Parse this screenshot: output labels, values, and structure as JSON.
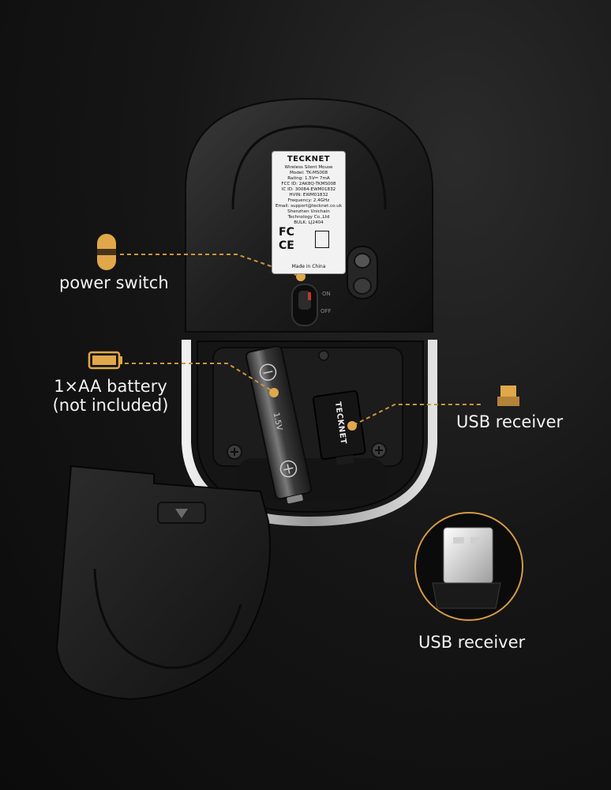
{
  "brand": "TECKNET",
  "sticker": {
    "lines": [
      "Wireless Silent Mouse",
      "Model: TK-MS008",
      "Rating: 1.5V⎓ 7mA",
      "FCC ID: 2AK8Q-TKMS008",
      "IC ID: 30084-EWM01832",
      "HVIN: EWM01832",
      "Frequency: 2.4GHz",
      "Email: support@tecknet.co.uk",
      "Shenzhen Unichain",
      "Technology Co.,Ltd",
      "BULK: LJ2404"
    ],
    "made_in": "Made in China"
  },
  "switch": {
    "on": "ON",
    "off": "OFF"
  },
  "battery_print": "1.5V",
  "labels": {
    "power_switch": "power switch",
    "battery_line1": "1×AA battery",
    "battery_line2": "(not included)",
    "usb_receiver_right": "USB receiver",
    "usb_receiver_bottom": "USB receiver"
  },
  "colors": {
    "accent": "#e0a84a",
    "body": "#1a1a1a",
    "silver_rim": "#cfcfcf"
  }
}
